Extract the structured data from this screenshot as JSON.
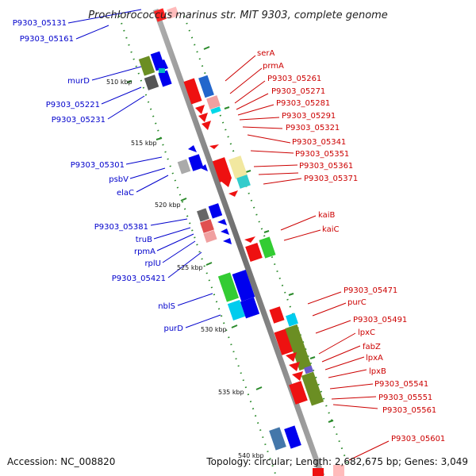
{
  "title": "Prochlorococcus marinus str. MIT 9303, complete genome",
  "accession": "Accession: NC_008820",
  "topology": "Topology: circular; Length: 2,682,675 bp; Genes: 3,049",
  "scale_labels": [
    "510 kbp",
    "515 kbp",
    "520 kbp",
    "525 kbp",
    "530 kbp",
    "535 kbp",
    "540 kbp"
  ],
  "left_labels": [
    "P9303_05131",
    "P9303_05161",
    "murD",
    "P9303_05221",
    "P9303_05231",
    "P9303_05301",
    "psbV",
    "elaC",
    "P9303_05381",
    "truB",
    "rpmA",
    "rplU",
    "P9303_05421",
    "nblS",
    "purD"
  ],
  "right_labels": [
    "serA",
    "prmA",
    "P9303_05261",
    "P9303_05271",
    "P9303_05281",
    "P9303_05291",
    "P9303_05321",
    "P9303_05341",
    "P9303_05351",
    "P9303_05361",
    "P9303_05371",
    "kaiB",
    "kaiC",
    "P9303_05471",
    "purC",
    "P9303_05491",
    "lpxC",
    "fabZ",
    "lpxA",
    "lpxB",
    "P9303_05541",
    "P9303_05551",
    "P9303_05561",
    "P9303_05601"
  ],
  "colors": {
    "forward_label": "#0000cc",
    "reverse_label": "#cc0000",
    "backbone": "#808080",
    "scale_dots": "#2a8a2a"
  }
}
